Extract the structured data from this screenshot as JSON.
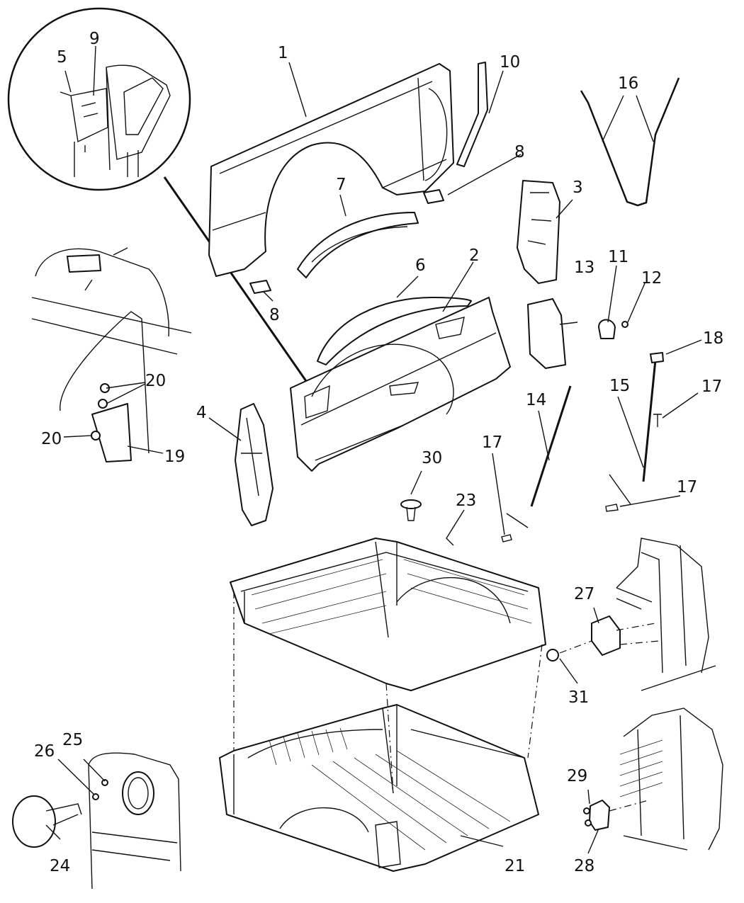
{
  "diagram": {
    "callouts": [
      "1",
      "2",
      "3",
      "4",
      "5",
      "6",
      "7",
      "8",
      "8",
      "9",
      "10",
      "11",
      "12",
      "13",
      "14",
      "15",
      "16",
      "17",
      "17",
      "17",
      "18",
      "19",
      "20",
      "20",
      "21",
      "23",
      "24",
      "25",
      "26",
      "27",
      "28",
      "29",
      "30",
      "31"
    ]
  }
}
